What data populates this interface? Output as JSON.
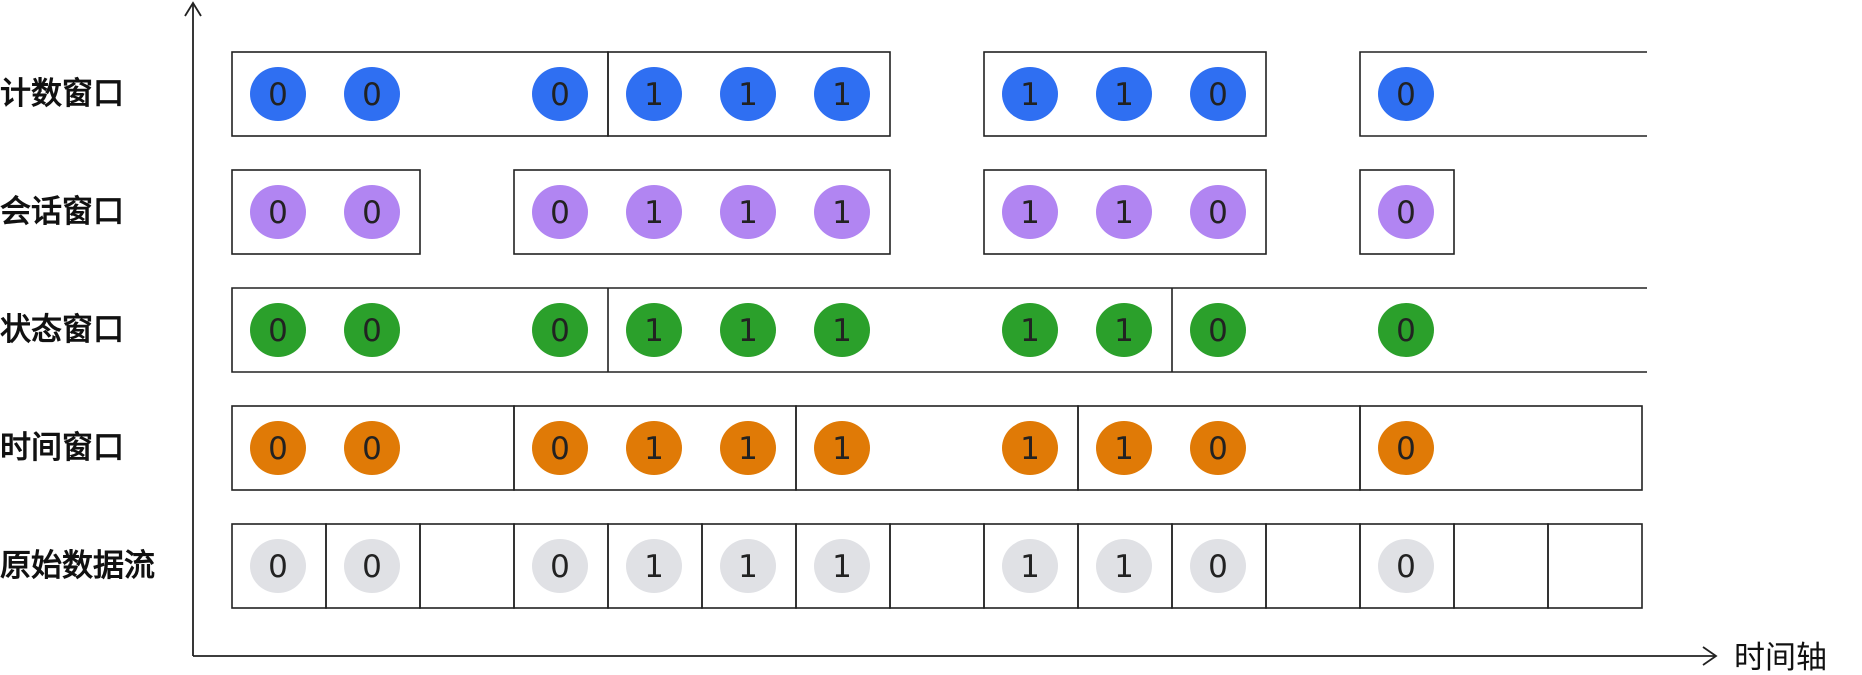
{
  "axis": {
    "x_label": "时间轴"
  },
  "colors": {
    "count": "#2f6ff2",
    "session": "#b185f2",
    "state": "#2ba02b",
    "time": "#e07a06",
    "raw": "#e0e1e5"
  },
  "rows": [
    {
      "key": "count",
      "label": "计数窗口",
      "values": [
        "0",
        "0",
        "",
        "0",
        "1",
        "1",
        "1",
        "",
        "1",
        "1",
        "0",
        "",
        "0",
        "",
        ""
      ]
    },
    {
      "key": "session",
      "label": "会话窗口",
      "values": [
        "0",
        "0",
        "",
        "0",
        "1",
        "1",
        "1",
        "",
        "1",
        "1",
        "0",
        "",
        "0",
        "",
        ""
      ]
    },
    {
      "key": "state",
      "label": "状态窗口",
      "values": [
        "0",
        "0",
        "",
        "0",
        "1",
        "1",
        "1",
        "",
        "1",
        "1",
        "0",
        "",
        "0",
        "",
        ""
      ]
    },
    {
      "key": "time",
      "label": "时间窗口",
      "values": [
        "0",
        "0",
        "",
        "0",
        "1",
        "1",
        "1",
        "",
        "1",
        "1",
        "0",
        "",
        "0",
        "",
        ""
      ]
    },
    {
      "key": "raw",
      "label": "原始数据流",
      "values": [
        "0",
        "0",
        "",
        "0",
        "1",
        "1",
        "1",
        "",
        "1",
        "1",
        "0",
        "",
        "0",
        "",
        ""
      ]
    }
  ]
}
